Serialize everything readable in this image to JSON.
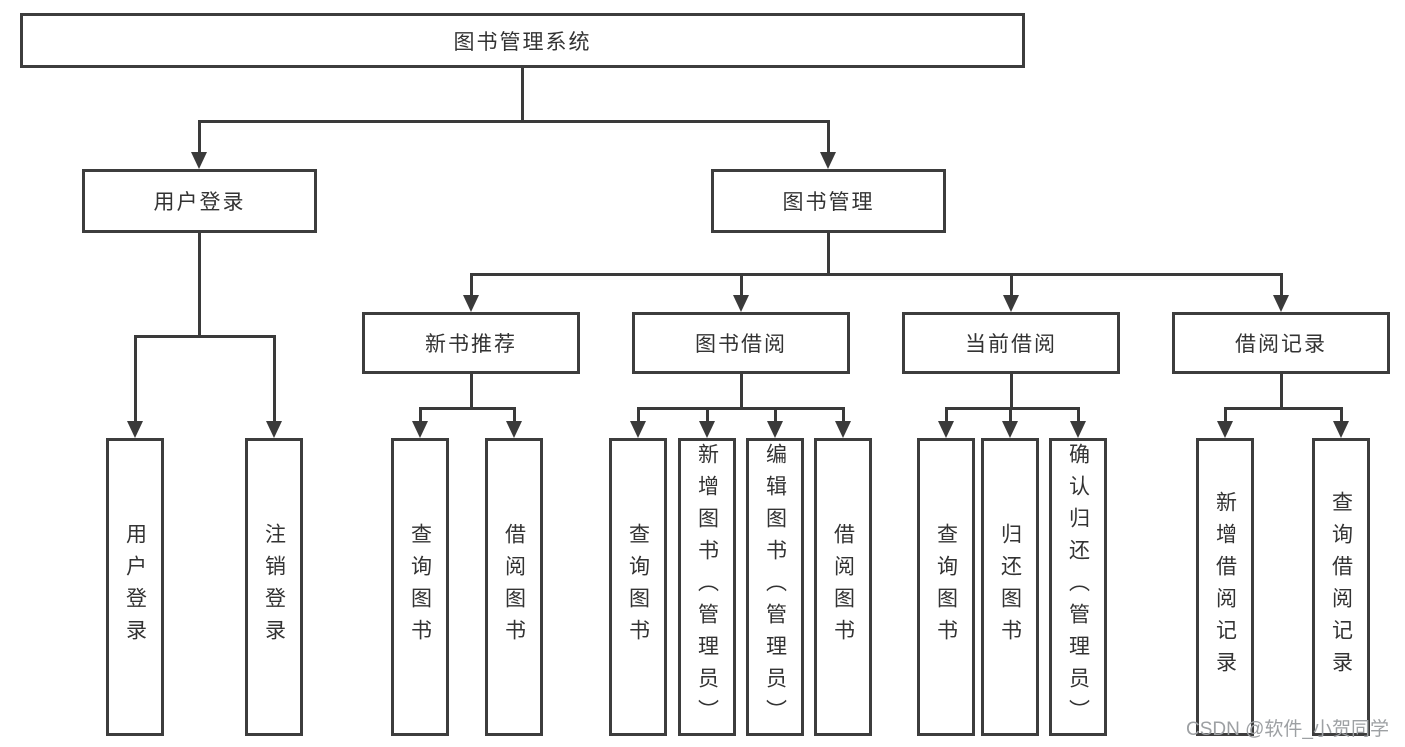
{
  "diagram_title": "图书管理系统",
  "tree": {
    "root": "图书管理系统",
    "user_login": "用户登录",
    "book_mgmt": "图书管理",
    "new_books": "新书推荐",
    "book_borrow": "图书借阅",
    "current_borrow": "当前借阅",
    "borrow_records": "借阅记录",
    "leaves": {
      "ul1": "用户登录",
      "ul2": "注销登录",
      "nb1": "查询图书",
      "nb2": "借阅图书",
      "bb1": "查询图书",
      "bb2": "新增图书（管理员）",
      "bb3": "编辑图书（管理员）",
      "bb4": "借阅图书",
      "cb1": "查询图书",
      "cb2": "归还图书",
      "cb3": "确认归还（管理员）",
      "br1": "新增借阅记录",
      "br2": "查询借阅记录"
    }
  },
  "watermark": "CSDN @软件_小贺同学",
  "colors": {
    "line": "#3a3a3a",
    "border": "#3d3d3d",
    "text": "#333333",
    "background": "#ffffff",
    "watermark": "#9da0a3"
  }
}
